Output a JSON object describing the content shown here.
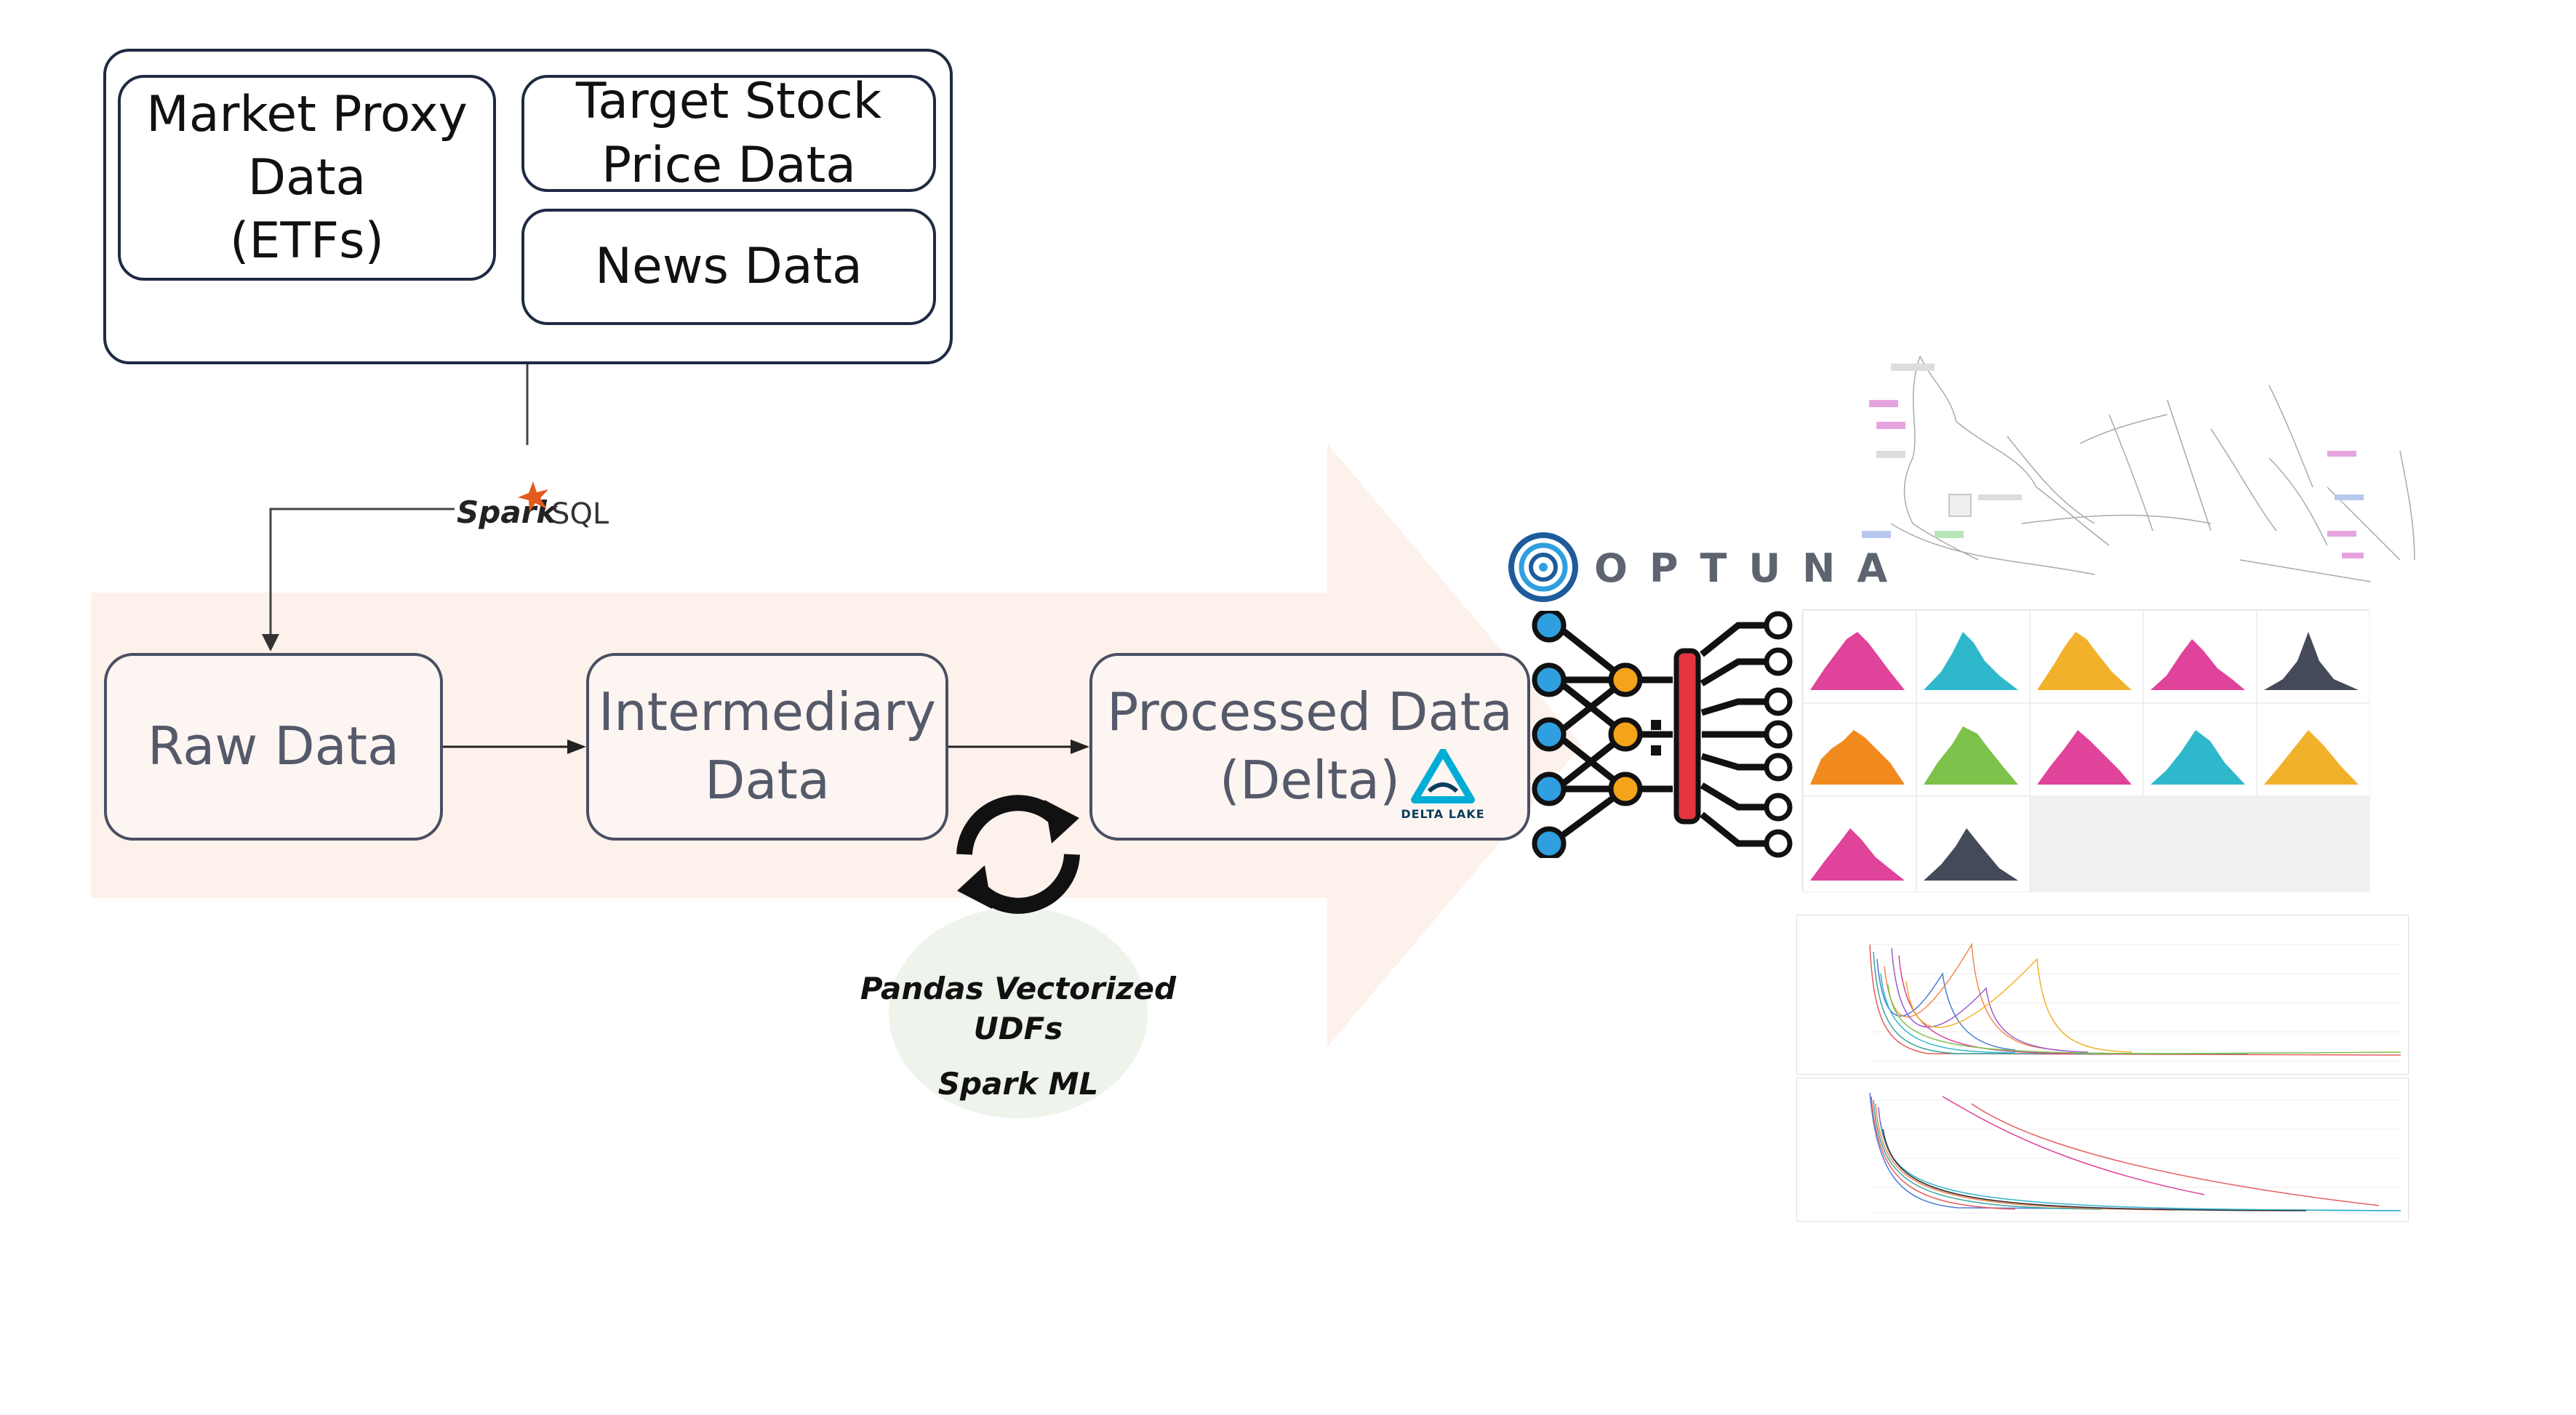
{
  "sources": {
    "market_proxy": "Market Proxy\nData\n(ETFs)",
    "target_stock": "Target Stock\nPrice Data",
    "news": "News Data"
  },
  "spark_sql": {
    "spark": "Spark",
    "sql": "SQL"
  },
  "pipeline": {
    "raw": "Raw Data",
    "intermediary": "Intermediary\nData",
    "processed": "Processed Data\n(Delta)"
  },
  "delta_lake": {
    "label": "DELTA LAKE"
  },
  "udf": {
    "line1": "Pandas Vectorized",
    "line2": "UDFs",
    "line3": "Spark ML"
  },
  "optuna": {
    "label": "OPTUNA"
  },
  "colors": {
    "border_dark": "#1f2a44",
    "stage_fill": "#fdf5f2",
    "arrow_fill": "#fdeee8",
    "spark_orange": "#e25a1c",
    "delta_teal": "#00add4",
    "nn_blue": "#2f9fe0",
    "nn_orange": "#f4a41b",
    "nn_red": "#e5343f",
    "optuna_blue": "#1e5b9b"
  }
}
